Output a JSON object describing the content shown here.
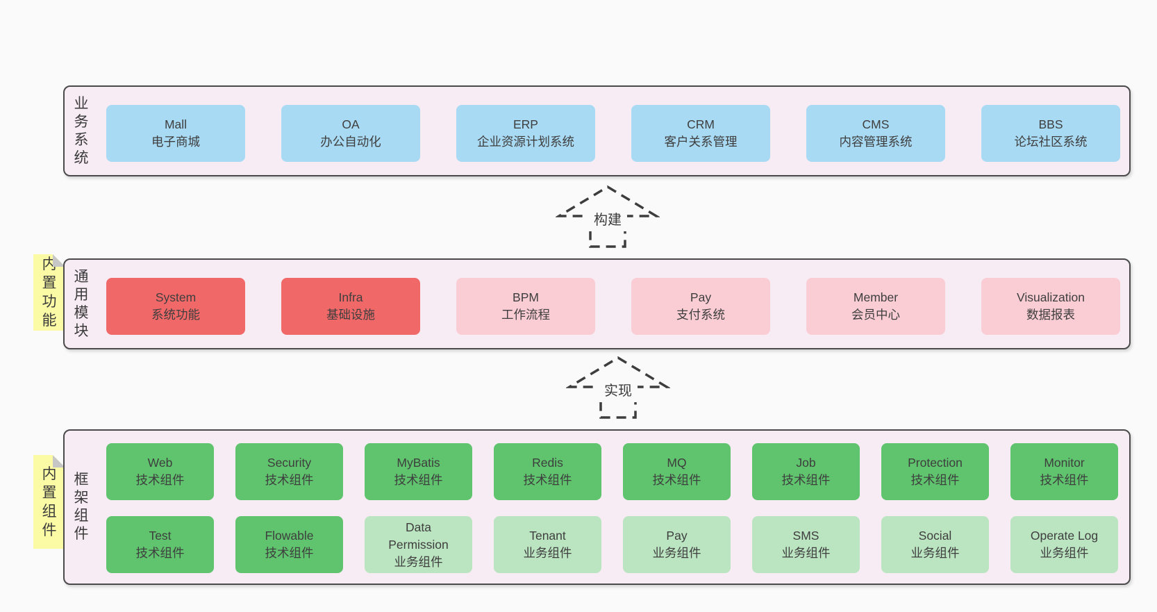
{
  "colors": {
    "page_bg": "#fafafa",
    "band_bg": "#f7ebf4",
    "band_border": "#4a4a4a",
    "blue_box": "#a9daf3",
    "red_box": "#f16868",
    "pink_box": "#facdd5",
    "green_box": "#5fc46d",
    "light_green_box": "#bbe4c1",
    "sticky_yellow": "#fbfba6",
    "text": "#3e3e3e"
  },
  "sections": [
    {
      "label": "业务系统",
      "rows": [
        [
          {
            "title": "Mall",
            "subtitle": "电子商城",
            "variant": "blue"
          },
          {
            "title": "OA",
            "subtitle": "办公自动化",
            "variant": "blue"
          },
          {
            "title": "ERP",
            "subtitle": "企业资源计划系统",
            "variant": "blue"
          },
          {
            "title": "CRM",
            "subtitle": "客户关系管理",
            "variant": "blue"
          },
          {
            "title": "CMS",
            "subtitle": "内容管理系统",
            "variant": "blue"
          },
          {
            "title": "BBS",
            "subtitle": "论坛社区系统",
            "variant": "blue"
          }
        ]
      ]
    },
    {
      "label": "通用模块",
      "note": "内置功能",
      "rows": [
        [
          {
            "title": "System",
            "subtitle": "系统功能",
            "variant": "red"
          },
          {
            "title": "Infra",
            "subtitle": "基础设施",
            "variant": "red"
          },
          {
            "title": "BPM",
            "subtitle": "工作流程",
            "variant": "pink"
          },
          {
            "title": "Pay",
            "subtitle": "支付系统",
            "variant": "pink"
          },
          {
            "title": "Member",
            "subtitle": "会员中心",
            "variant": "pink"
          },
          {
            "title": "Visualization",
            "subtitle": "数据报表",
            "variant": "pink"
          }
        ]
      ]
    },
    {
      "label": "框架组件",
      "note": "内置组件",
      "rows": [
        [
          {
            "title": "Web",
            "subtitle": "技术组件",
            "variant": "green"
          },
          {
            "title": "Security",
            "subtitle": "技术组件",
            "variant": "green"
          },
          {
            "title": "MyBatis",
            "subtitle": "技术组件",
            "variant": "green"
          },
          {
            "title": "Redis",
            "subtitle": "技术组件",
            "variant": "green"
          },
          {
            "title": "MQ",
            "subtitle": "技术组件",
            "variant": "green"
          },
          {
            "title": "Job",
            "subtitle": "技术组件",
            "variant": "green"
          },
          {
            "title": "Protection",
            "subtitle": "技术组件",
            "variant": "green"
          },
          {
            "title": "Monitor",
            "subtitle": "技术组件",
            "variant": "green"
          }
        ],
        [
          {
            "title": "Test",
            "subtitle": "技术组件",
            "variant": "green"
          },
          {
            "title": "Flowable",
            "subtitle": "技术组件",
            "variant": "green"
          },
          {
            "title": "Data Permission",
            "subtitle": "业务组件",
            "variant": "lightgreen"
          },
          {
            "title": "Tenant",
            "subtitle": "业务组件",
            "variant": "lightgreen"
          },
          {
            "title": "Pay",
            "subtitle": "业务组件",
            "variant": "lightgreen"
          },
          {
            "title": "SMS",
            "subtitle": "业务组件",
            "variant": "lightgreen"
          },
          {
            "title": "Social",
            "subtitle": "业务组件",
            "variant": "lightgreen"
          },
          {
            "title": "Operate Log",
            "subtitle": "业务组件",
            "variant": "lightgreen"
          }
        ]
      ]
    }
  ],
  "arrows": [
    {
      "label": "构建"
    },
    {
      "label": "实现"
    }
  ]
}
